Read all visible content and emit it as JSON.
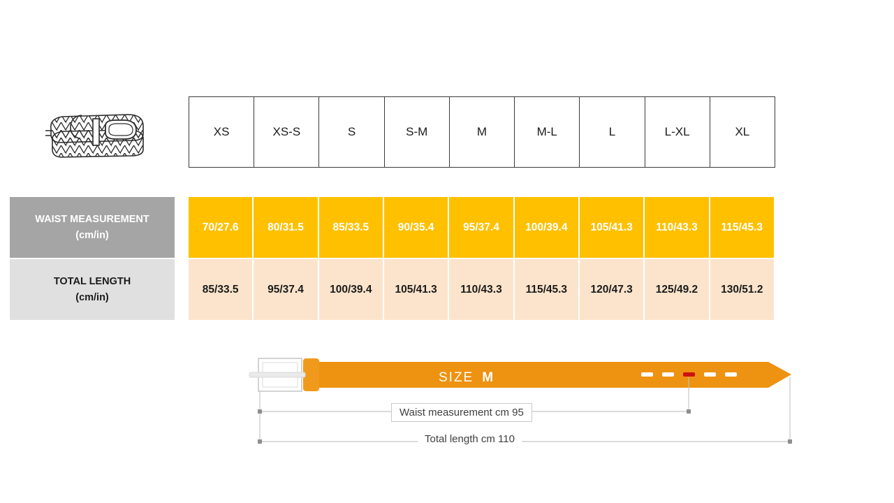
{
  "product": {
    "illustration_name": "braided-belt-coiled"
  },
  "table": {
    "sizes": [
      "XS",
      "XS-S",
      "S",
      "S-M",
      "M",
      "M-L",
      "L",
      "L-XL",
      "XL"
    ],
    "rows": [
      {
        "label_line1": "WAIST MEASUREMENT",
        "label_line2": "(cm/in)",
        "values": [
          "70/27.6",
          "80/31.5",
          "85/33.5",
          "90/35.4",
          "95/37.4",
          "100/39.4",
          "105/41.3",
          "110/43.3",
          "115/45.3"
        ]
      },
      {
        "label_line1": "TOTAL LENGTH",
        "label_line2": "(cm/in)",
        "values": [
          "85/33.5",
          "95/37.4",
          "100/39.4",
          "105/41.3",
          "110/43.3",
          "115/45.3",
          "120/47.3",
          "125/49.2",
          "130/51.2"
        ]
      }
    ]
  },
  "diagram": {
    "size_word": "SIZE",
    "size_value": "M",
    "waist_label": "Waist measurement cm 95",
    "length_label": "Total length cm 110",
    "holes_total": 5,
    "highlighted_hole_index": 3
  },
  "colors": {
    "waist_row_bg": "#ffc000",
    "length_row_bg": "#fce4cc",
    "waist_label_bg": "#a5a5a5",
    "length_label_bg": "#e0e0e0",
    "belt_strap": "#ee9211",
    "buckle": "#e3e3e3",
    "highlight_hole": "#cc1111",
    "dimension_line": "#b4b4b4"
  },
  "chart_data": {
    "type": "table",
    "title": "Belt Size Chart",
    "categories": [
      "XS",
      "XS-S",
      "S",
      "S-M",
      "M",
      "M-L",
      "L",
      "L-XL",
      "XL"
    ],
    "series": [
      {
        "name": "WAIST MEASUREMENT (cm/in)",
        "values": [
          "70/27.6",
          "80/31.5",
          "85/33.5",
          "90/35.4",
          "95/37.4",
          "100/39.4",
          "105/41.3",
          "110/43.3",
          "115/45.3"
        ],
        "values_cm": [
          70,
          80,
          85,
          90,
          95,
          100,
          105,
          110,
          115
        ],
        "values_in": [
          27.6,
          31.5,
          33.5,
          35.4,
          37.4,
          39.4,
          41.3,
          43.3,
          45.3
        ]
      },
      {
        "name": "TOTAL LENGTH (cm/in)",
        "values": [
          "85/33.5",
          "95/37.4",
          "100/39.4",
          "105/41.3",
          "110/43.3",
          "115/45.3",
          "120/47.3",
          "125/49.2",
          "130/51.2"
        ],
        "values_cm": [
          85,
          95,
          100,
          105,
          110,
          115,
          120,
          125,
          130
        ],
        "values_in": [
          33.5,
          37.4,
          39.4,
          41.3,
          43.3,
          45.3,
          47.3,
          49.2,
          51.2
        ]
      }
    ],
    "xlabel": "",
    "ylabel": "",
    "annotations": [
      "Waist measurement cm 95",
      "Total length cm 110",
      "SIZE M"
    ]
  }
}
